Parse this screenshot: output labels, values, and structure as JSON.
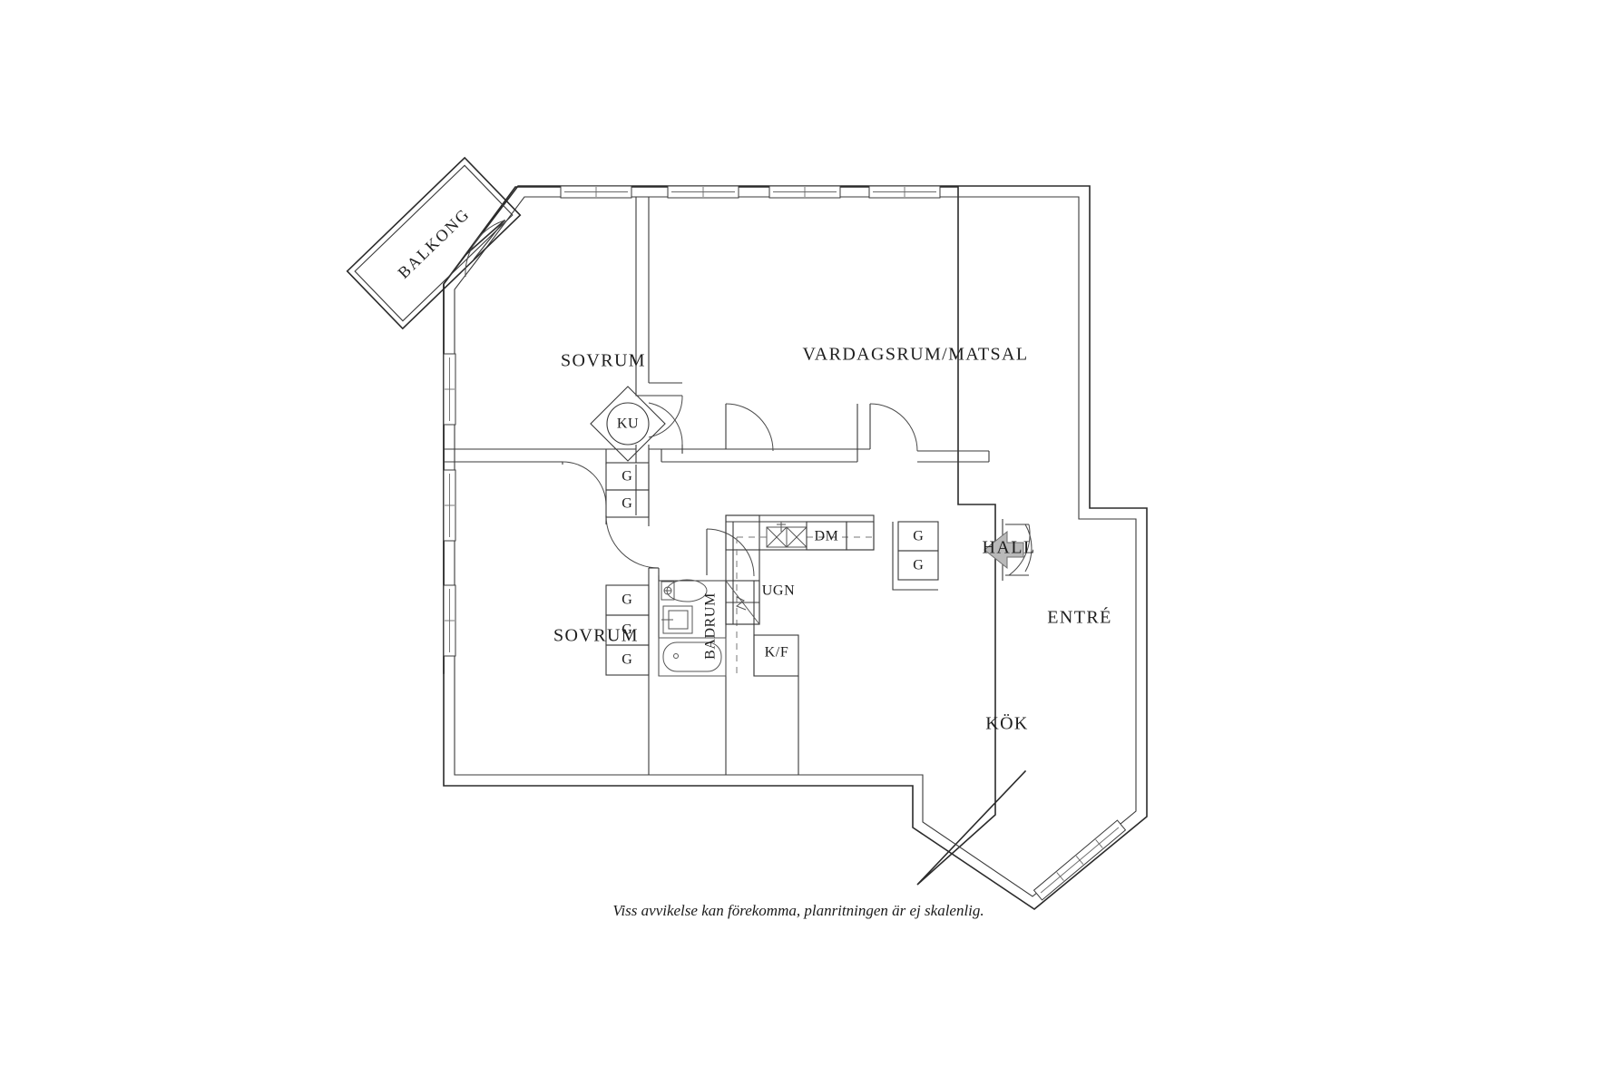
{
  "document": {
    "type": "floor-plan",
    "language": "sv",
    "background_color": "#ffffff",
    "line_color": "#2b2b2b",
    "footer_note": "Viss avvikelse kan förekomma, planritningen är ej skalenlig."
  },
  "rooms": [
    {
      "id": "balkong",
      "label": "BALKONG",
      "rotated": true
    },
    {
      "id": "sovrum_1",
      "label": "SOVRUM"
    },
    {
      "id": "vardagsrum",
      "label": "VARDAGSRUM/MATSAL"
    },
    {
      "id": "sovrum_2",
      "label": "SOVRUM"
    },
    {
      "id": "hall",
      "label": "HALL"
    },
    {
      "id": "entre",
      "label": "ENTRÉ"
    },
    {
      "id": "kok",
      "label": "KÖK"
    },
    {
      "id": "badrum",
      "label": "BADRUM",
      "rotated": true
    }
  ],
  "fixtures": {
    "ku": "KU",
    "dm": "DM",
    "ugn": "UGN",
    "kf": "K/F"
  },
  "closets": {
    "label": "G",
    "groups": [
      {
        "id": "closet-pair-center",
        "count": 2,
        "labels": [
          "G",
          "G"
        ]
      },
      {
        "id": "closet-triple-bath",
        "count": 3,
        "labels": [
          "G",
          "G",
          "G"
        ]
      },
      {
        "id": "closet-pair-entre",
        "count": 2,
        "labels": [
          "G",
          "G"
        ]
      }
    ]
  },
  "annotations": {
    "entry_arrow": "entry-direction-arrow",
    "entry_arrow_color": "#b9b9b9"
  },
  "windows": {
    "top_wall_count": 4,
    "left_wall_count": 3,
    "kitchen_bay_count": 1
  }
}
